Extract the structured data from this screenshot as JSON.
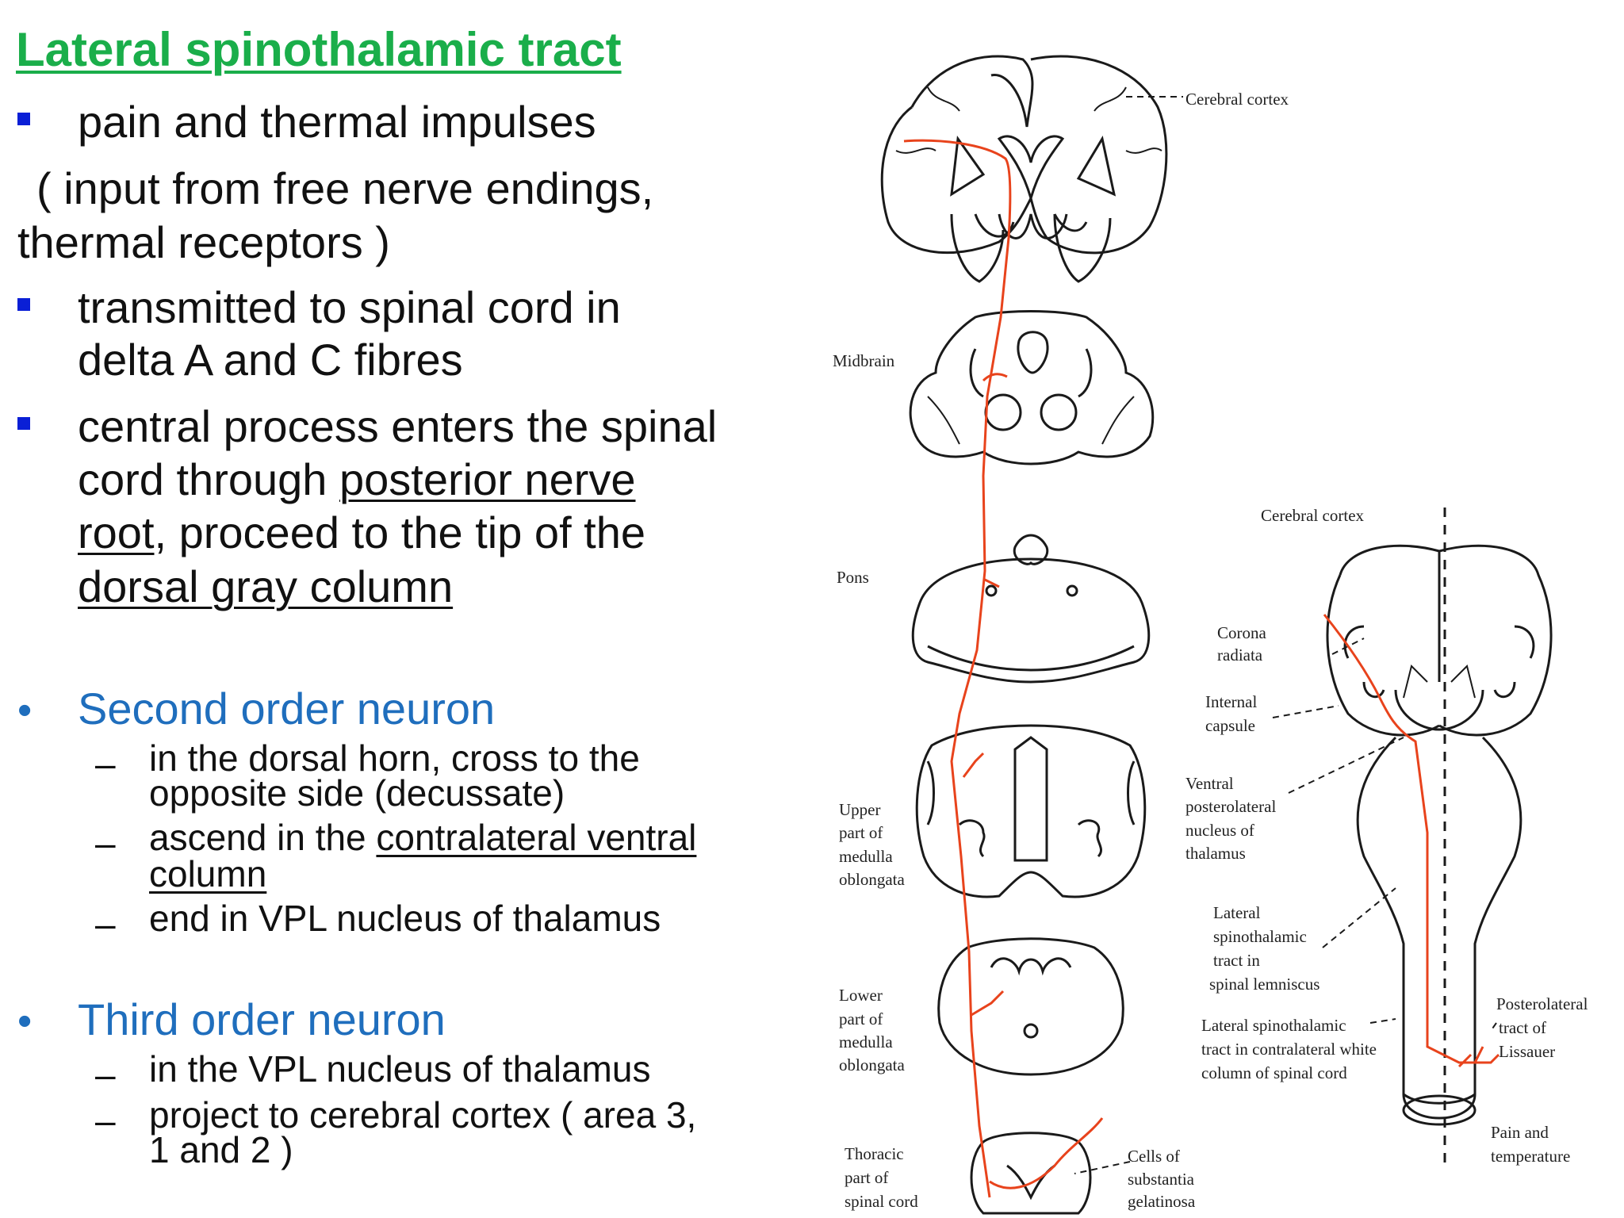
{
  "title": "Lateral spinothalamic tract",
  "bullets": {
    "b1": "pain and thermal impulses",
    "b1_paren_line1": "( input from free nerve endings,",
    "b1_paren_line2": "thermal receptors  )",
    "b2_line1": "transmitted to spinal cord in",
    "b2_line2": "delta A and C fibres",
    "b3_line1": "central process enters the spinal",
    "b3_line2_pre": "cord through ",
    "b3_line2_u": "posterior nerve",
    "b3_line3_u": "root",
    "b3_line3_post": ", proceed to the tip of the",
    "b3_line4_u": "dorsal gray column"
  },
  "second": {
    "heading": "Second order neuron",
    "i1_line1": "in the dorsal horn, cross to the",
    "i1_line2": "opposite side (decussate)",
    "i2_pre": "ascend in the ",
    "i2_u1": "contralateral ventral",
    "i2_u2": "column",
    "i3": "end in VPL nucleus of thalamus"
  },
  "third": {
    "heading": "Third order neuron",
    "i1": "in the VPL nucleus of thalamus",
    "i2_line1": "project to cerebral cortex  ( area 3,",
    "i2_line2": "1 and 2 )"
  },
  "diagram": {
    "left_labels": {
      "cerebral_cortex": "Cerebral cortex",
      "midbrain": "Midbrain",
      "pons": "Pons",
      "upper_medulla": [
        "Upper",
        "part of",
        "medulla",
        "oblongata"
      ],
      "lower_medulla": [
        "Lower",
        "part of",
        "medulla",
        "oblongata"
      ],
      "thoracic": [
        "Thoracic",
        "part of",
        "spinal cord"
      ],
      "substantia": [
        "Cells of",
        "substantia",
        "gelatinosa"
      ]
    },
    "right_labels": {
      "cerebral_cortex": "Cerebral cortex",
      "corona": [
        "Corona",
        "radiata"
      ],
      "internal_capsule": [
        "Internal",
        "capsule"
      ],
      "vpl": [
        "Ventral",
        "posterolateral",
        "nucleus of",
        "thalamus"
      ],
      "lst_lemniscus": [
        "Lateral",
        "spinothalamic",
        "tract in",
        "spinal lemniscus"
      ],
      "lst_white": [
        "Lateral spinothalamic",
        "tract in contralateral white",
        "column of spinal cord"
      ],
      "lissauer": [
        "Posterolateral",
        "tract of",
        "Lissauer"
      ],
      "pain": [
        "Pain and",
        "temperature"
      ]
    },
    "colors": {
      "pathway": "#e8431c",
      "outline": "#1a1a1a"
    }
  }
}
